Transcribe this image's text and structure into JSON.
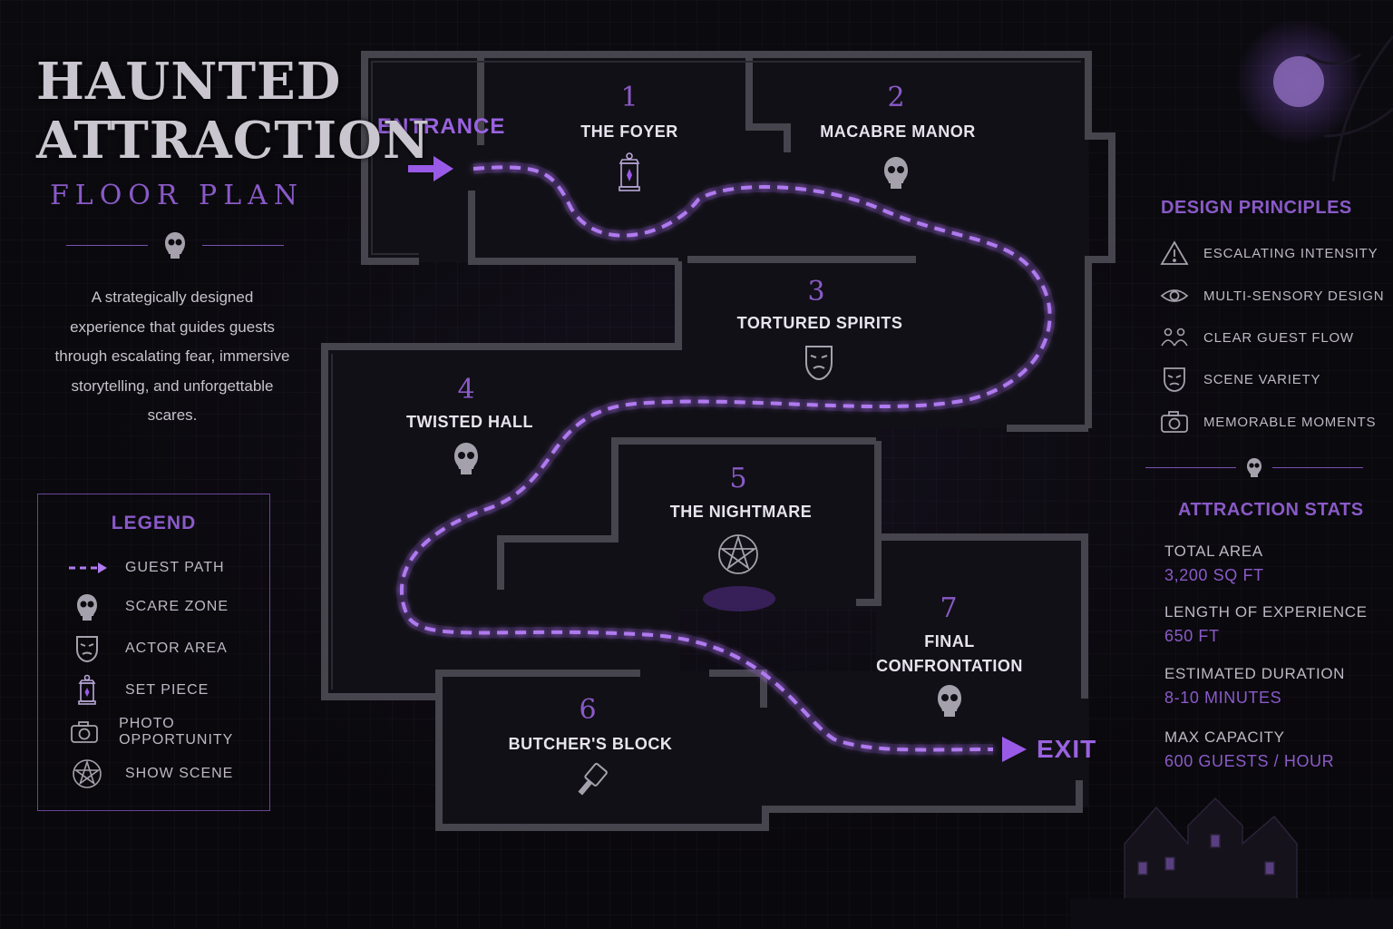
{
  "title": {
    "line1": "HAUNTED",
    "line2": "ATTRACTION",
    "line3": "FLOOR PLAN"
  },
  "intro": "A strategically designed experience that guides guests through escalating fear, immersive storytelling, and unforgettable scares.",
  "legend": {
    "heading": "LEGEND",
    "items": [
      {
        "icon": "guest-path-icon",
        "label": "GUEST PATH"
      },
      {
        "icon": "skull-icon",
        "label": "SCARE ZONE"
      },
      {
        "icon": "mask-icon",
        "label": "ACTOR AREA"
      },
      {
        "icon": "lantern-icon",
        "label": "SET PIECE"
      },
      {
        "icon": "camera-icon",
        "label": "PHOTO OPPORTUNITY"
      },
      {
        "icon": "pentagram-icon",
        "label": "SHOW SCENE"
      }
    ]
  },
  "map": {
    "entrance": "ENTRANCE",
    "exit": "EXIT",
    "rooms": [
      {
        "num": "1",
        "name": "THE FOYER",
        "icon": "lantern-icon"
      },
      {
        "num": "2",
        "name": "MACABRE MANOR",
        "icon": "skull-icon"
      },
      {
        "num": "3",
        "name": "TORTURED SPIRITS",
        "icon": "mask-icon"
      },
      {
        "num": "4",
        "name": "TWISTED HALL",
        "icon": "skull-icon"
      },
      {
        "num": "5",
        "name": "THE NIGHTMARE",
        "icon": "pentagram-icon"
      },
      {
        "num": "6",
        "name": "BUTCHER'S BLOCK",
        "icon": "cleaver-icon"
      },
      {
        "num": "7",
        "name": "FINAL",
        "name2": "CONFRONTATION",
        "icon": "skull-icon"
      }
    ]
  },
  "design_principles": {
    "heading": "DESIGN PRINCIPLES",
    "items": [
      {
        "icon": "warning-icon",
        "label": "ESCALATING INTENSITY"
      },
      {
        "icon": "eye-icon",
        "label": "MULTI-SENSORY DESIGN"
      },
      {
        "icon": "people-icon",
        "label": "CLEAR GUEST FLOW"
      },
      {
        "icon": "mask-icon",
        "label": "SCENE VARIETY"
      },
      {
        "icon": "camera-icon",
        "label": "MEMORABLE MOMENTS"
      }
    ]
  },
  "stats": {
    "heading": "ATTRACTION STATS",
    "items": [
      {
        "label": "TOTAL AREA",
        "value": "3,200 SQ FT"
      },
      {
        "label": "LENGTH OF EXPERIENCE",
        "value": "650 FT"
      },
      {
        "label": "ESTIMATED DURATION",
        "value": "8-10 MINUTES"
      },
      {
        "label": "MAX CAPACITY",
        "value": "600 GUESTS / HOUR"
      }
    ]
  },
  "colors": {
    "accent": "#8a5ac8",
    "path": "#b07af0",
    "wall": "#4a4850",
    "bg": "#0b0a0f"
  }
}
